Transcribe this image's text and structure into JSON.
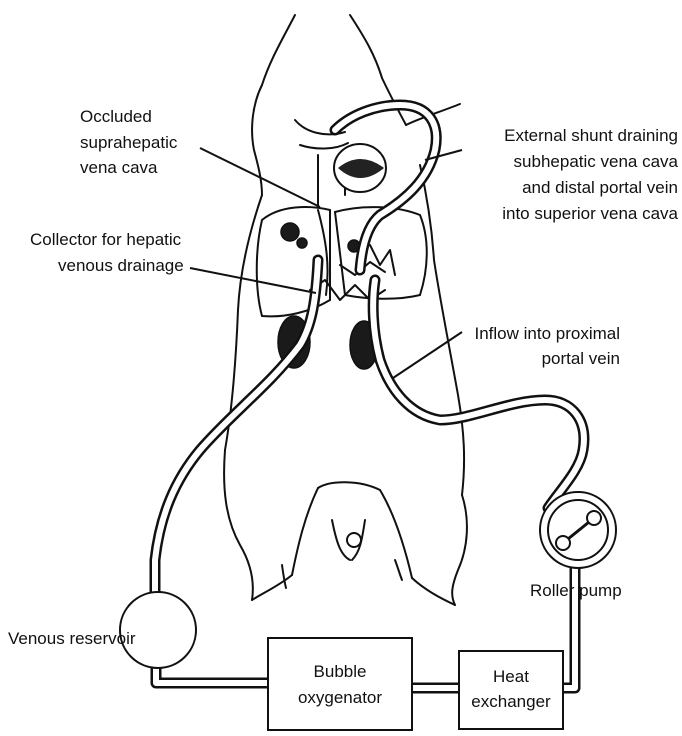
{
  "labels": {
    "occluded": [
      "Occluded",
      "suprahepatic",
      "vena cava"
    ],
    "collector": [
      "Collector for hepatic",
      "venous drainage"
    ],
    "external_shunt": [
      "External shunt draining",
      "subhepatic vena cava",
      "and distal portal vein",
      "into superior vena cava"
    ],
    "inflow": [
      "Inflow into proximal",
      "portal vein"
    ],
    "roller_pump": "Roller pump",
    "venous_reservoir": "Venous reservoir",
    "bubble_oxygenator": [
      "Bubble",
      "oxygenator"
    ],
    "heat_exchanger": [
      "Heat",
      "exchanger"
    ]
  },
  "colors": {
    "ink": "#111111",
    "background": "#ffffff"
  }
}
